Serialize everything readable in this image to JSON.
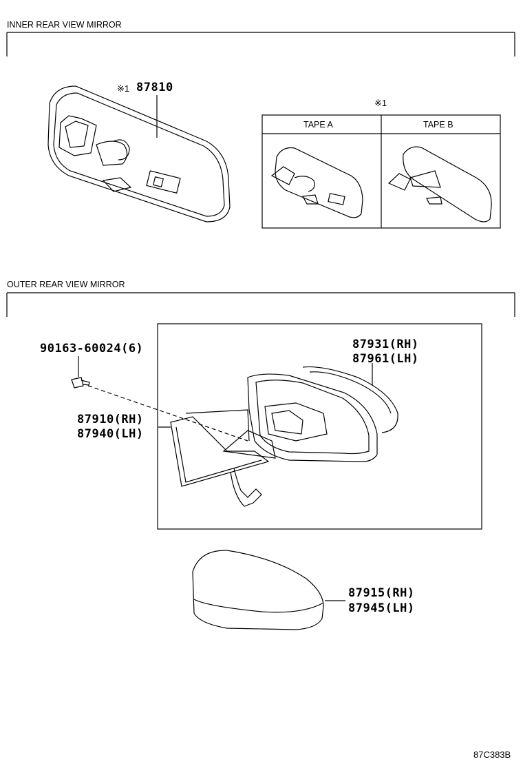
{
  "sections": {
    "inner": {
      "title": "INNER REAR VIEW MIRROR"
    },
    "outer": {
      "title": "OUTER REAR VIEW MIRROR"
    }
  },
  "inner_parts": {
    "mirror": {
      "mark": "※1",
      "number": "87810"
    },
    "tape_box": {
      "mark": "※1",
      "tape_a": "TAPE A",
      "tape_b": "TAPE B"
    }
  },
  "outer_parts": {
    "screw": "90163-60024(6)",
    "cover": {
      "rh": "87931(RH)",
      "lh": "87961(LH)"
    },
    "mirror_assy": {
      "rh": "87910(RH)",
      "lh": "87940(LH)"
    },
    "outer_cover": {
      "rh": "87915(RH)",
      "lh": "87945(LH)"
    }
  },
  "diagram_ref": "87C383B"
}
